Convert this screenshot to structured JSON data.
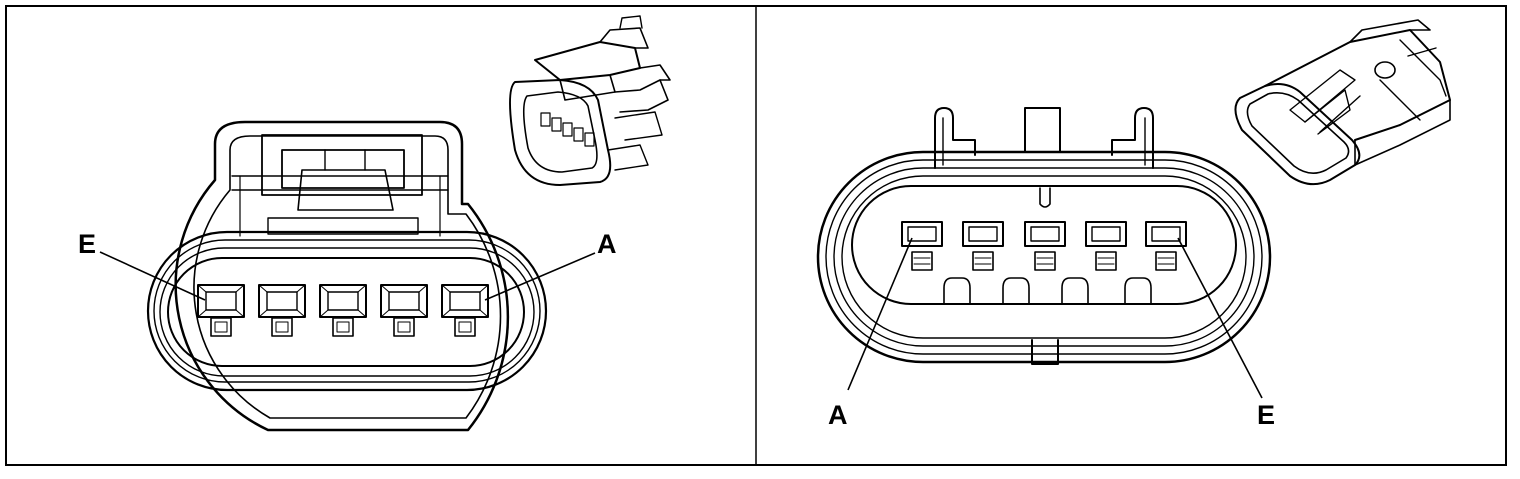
{
  "colors": {
    "line": "#000000",
    "background": "#ffffff"
  },
  "left_view": {
    "label_left": "E",
    "label_right": "A",
    "terminal_count": 5
  },
  "right_view": {
    "label_left": "A",
    "label_right": "E",
    "terminal_count": 5
  }
}
